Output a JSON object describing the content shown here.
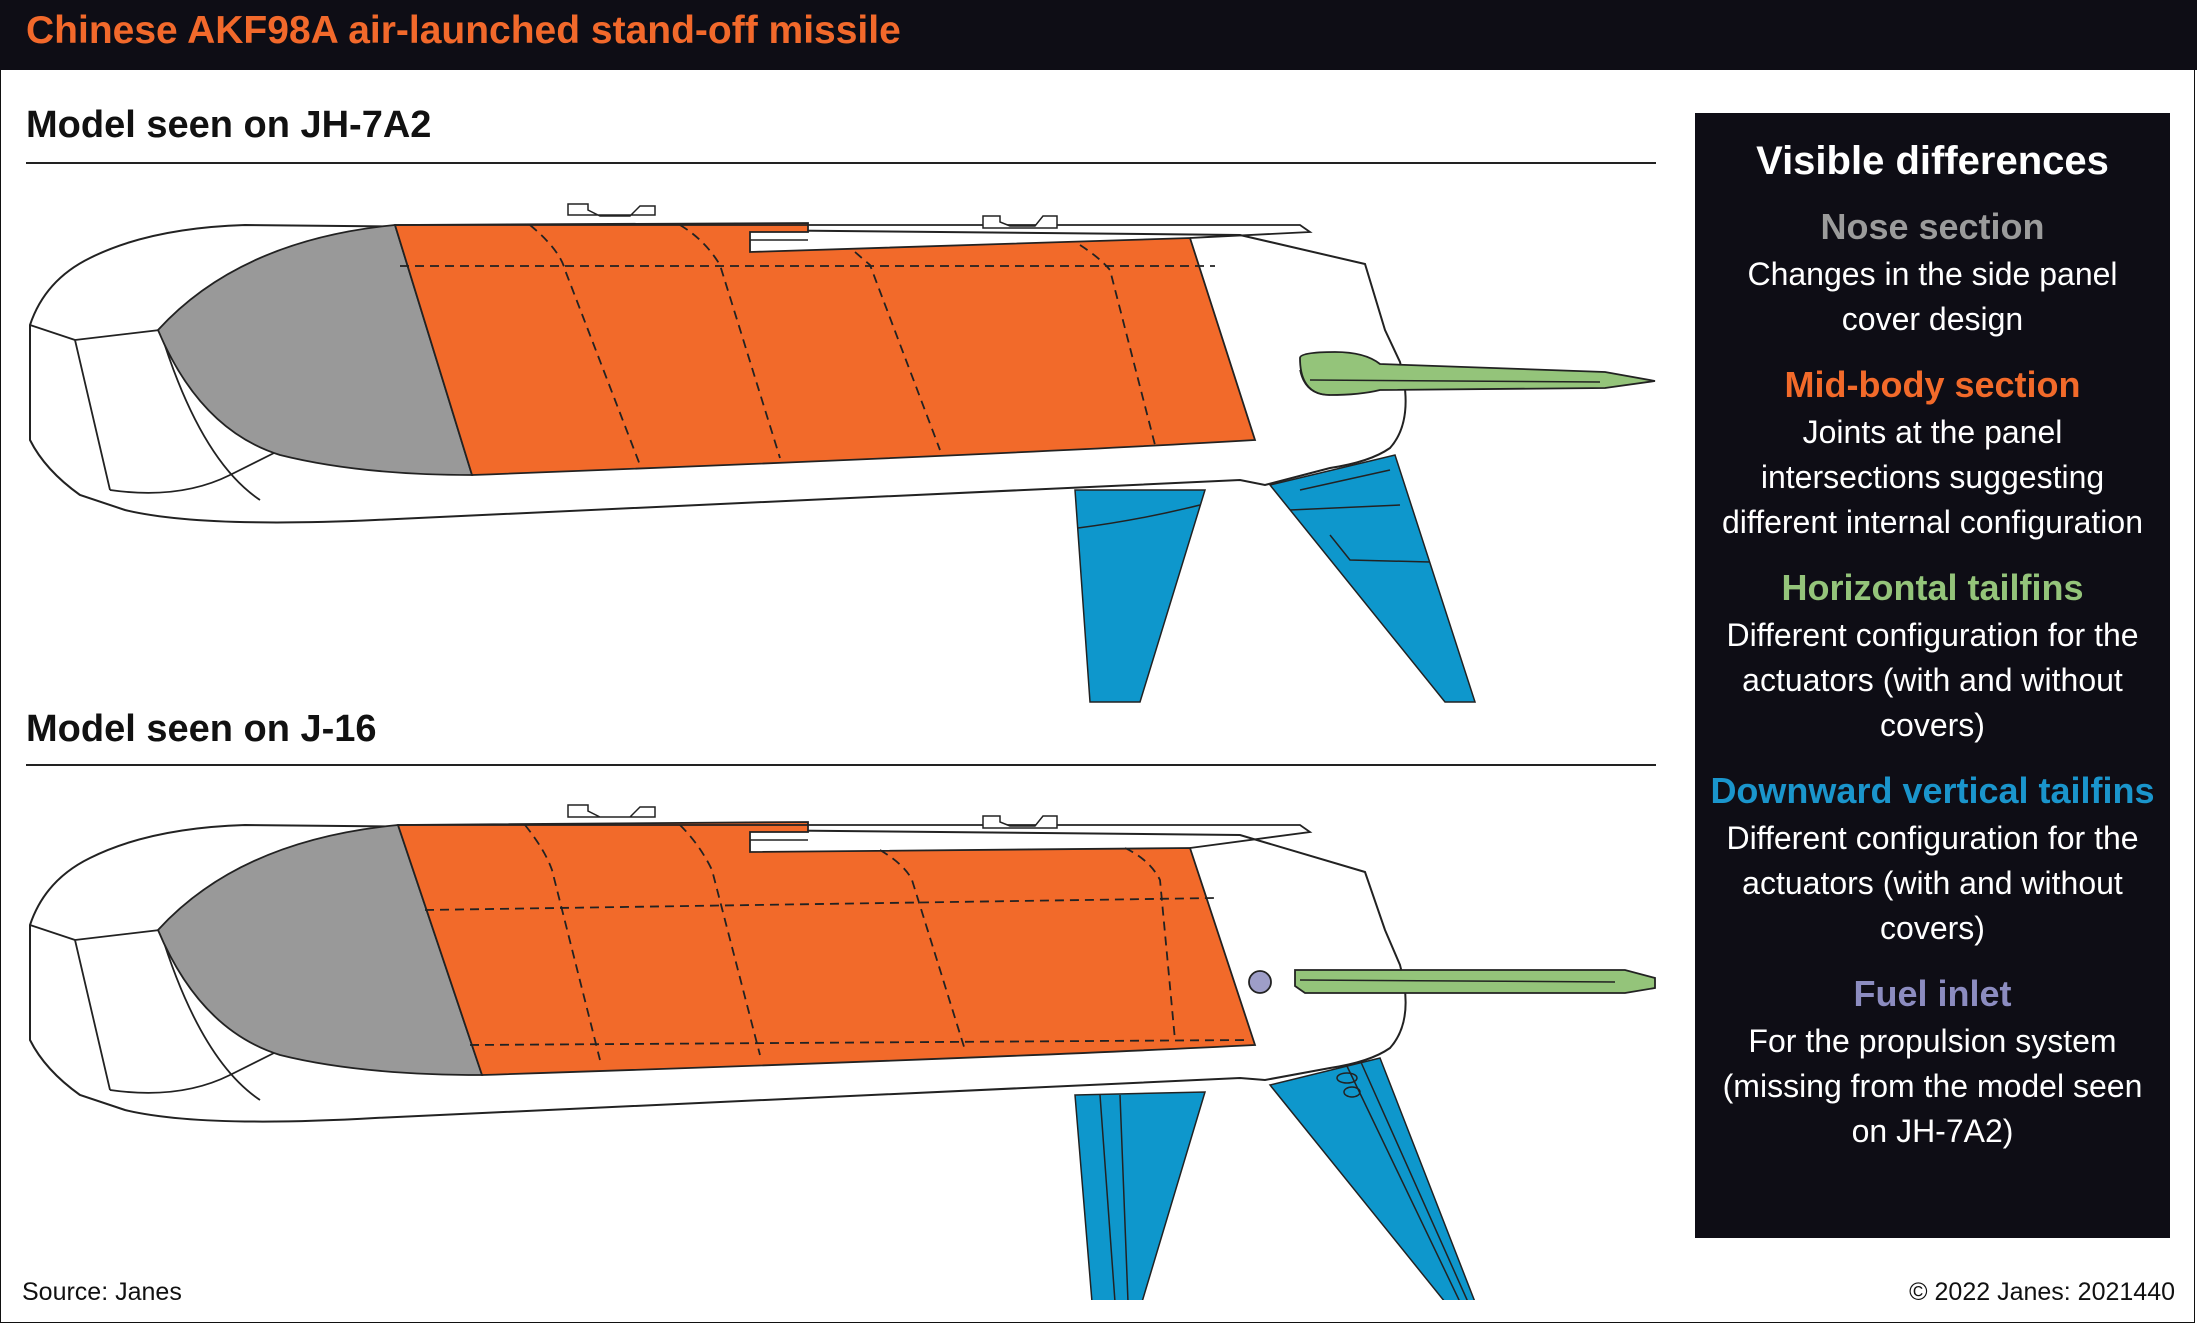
{
  "title": "Chinese AKF98A air-launched stand-off missile",
  "models": [
    {
      "heading": "Model seen on JH-7A2"
    },
    {
      "heading": "Model seen on J-16"
    }
  ],
  "legend": {
    "title": "Visible differences",
    "items": [
      {
        "name": "Nose section",
        "color": "#9b9b9b",
        "description": "Changes in the side panel cover design"
      },
      {
        "name": "Mid-body section",
        "color": "#f26a2a",
        "description": "Joints at the panel intersections suggesting different internal configuration"
      },
      {
        "name": "Horizontal tailfins",
        "color": "#94c47a",
        "description": "Different configuration for the actuators (with and without covers)"
      },
      {
        "name": "Downward vertical tailfins",
        "color": "#1a95cc",
        "description": "Different configuration for the actuators (with and without covers)"
      },
      {
        "name": "Fuel inlet",
        "color": "#8c8cc0",
        "description": "For the propulsion system (missing from the model seen on JH-7A2)"
      }
    ]
  },
  "colors": {
    "nose": "#999999",
    "midbody": "#f26a2a",
    "horizontal_tailfin": "#94c47a",
    "vertical_tailfin": "#0e97cc",
    "fuel_inlet": "#9e9ec8"
  },
  "footer": {
    "source": "Source: Janes",
    "copyright": "© 2022 Janes: 2021440"
  }
}
